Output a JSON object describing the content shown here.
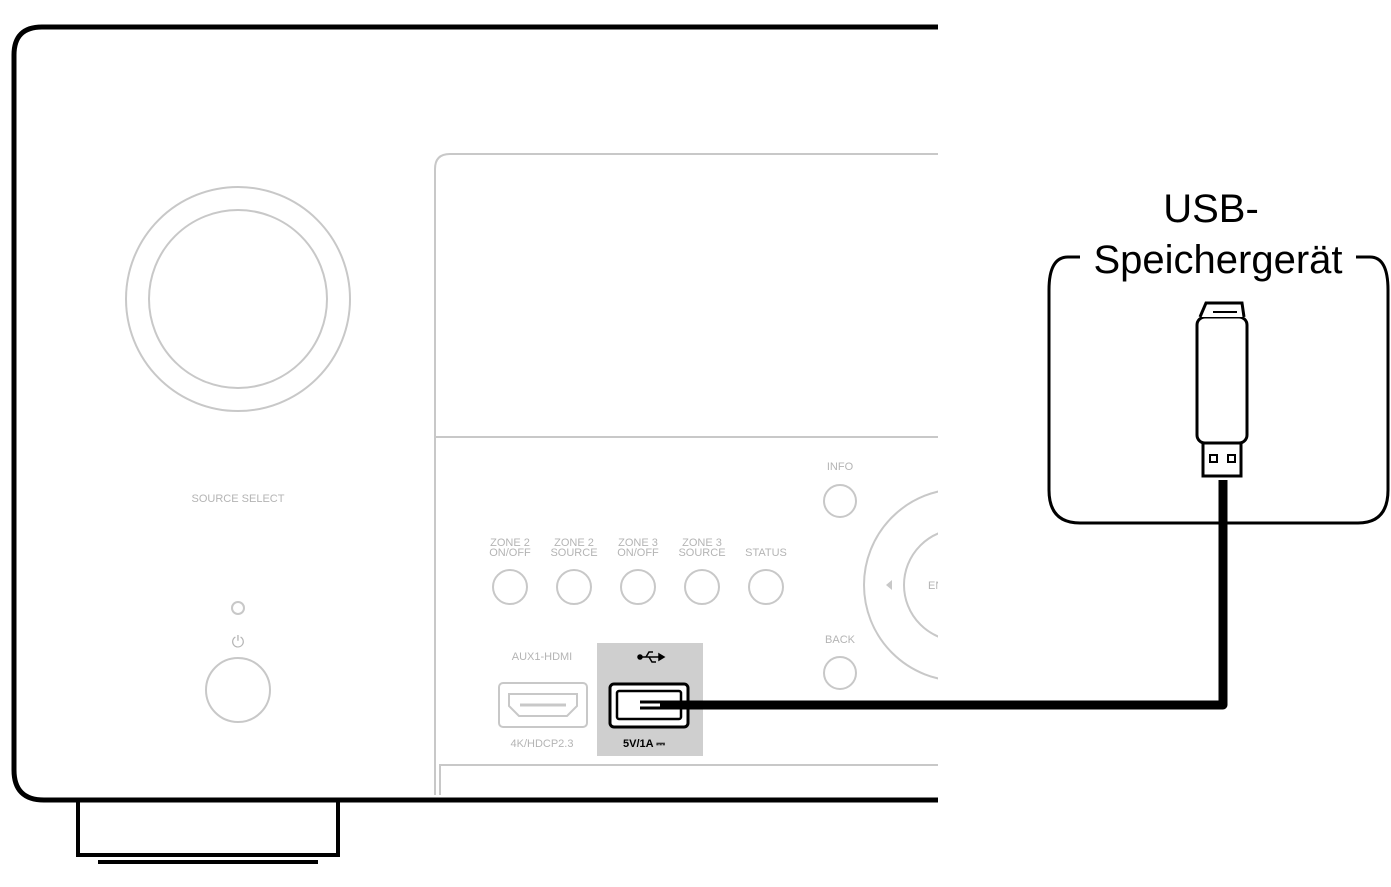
{
  "device": {
    "source_select_label": "SOURCE SELECT",
    "power_symbol": "⏻",
    "info_label": "INFO",
    "back_label": "BACK",
    "enter_partial": "EN",
    "buttons": [
      {
        "line1": "ZONE 2",
        "line2": "ON/OFF"
      },
      {
        "line1": "ZONE 2",
        "line2": "SOURCE"
      },
      {
        "line1": "ZONE 3",
        "line2": "ON/OFF"
      },
      {
        "line1": "ZONE 3",
        "line2": "SOURCE"
      },
      {
        "line1": "",
        "line2": "STATUS"
      }
    ],
    "hdmi": {
      "label": "AUX1-HDMI",
      "sub": "4K/HDCP2.3"
    },
    "usb": {
      "spec": "5V/1A ⎓"
    }
  },
  "callout": {
    "line1": "USB-",
    "line2": "Speichergerät"
  },
  "colors": {
    "outline": "#000000",
    "panel_gray": "#c8c8c8",
    "usb_highlight": "#cfcfcf"
  }
}
